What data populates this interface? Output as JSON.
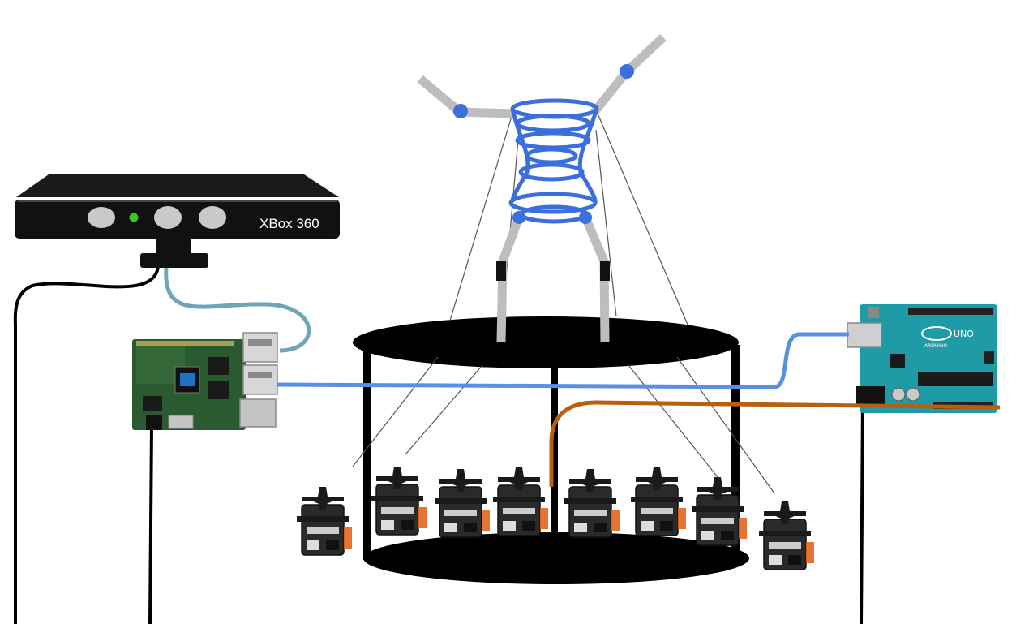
{
  "kinect": {
    "label": "XBox 360",
    "body_color": "#111111"
  },
  "arduino": {
    "logo_text": "UNO",
    "brand_text": "ARDUINO",
    "board_color": "#1f9ba8"
  },
  "colors": {
    "usb_cable": "#5b8fe3",
    "kinect_cable": "#6fa5b5",
    "servo_wire": "#b8600d",
    "puppet": "#3b6fdc",
    "limb": "#bdbdbd",
    "frame": "#000000"
  },
  "servo_count": 8
}
